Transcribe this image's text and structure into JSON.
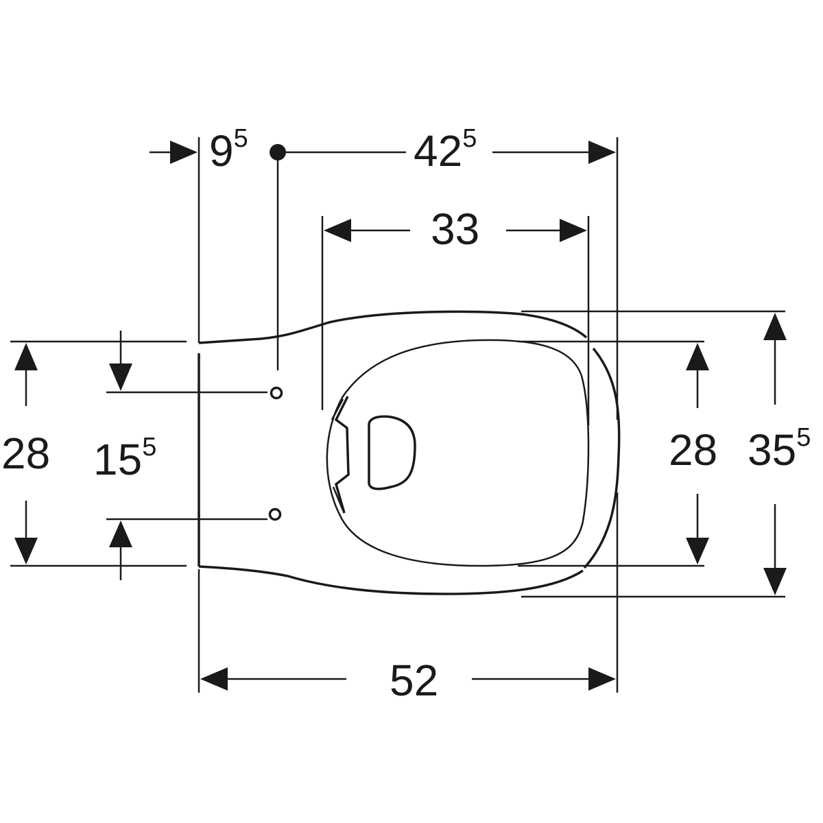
{
  "dimensions": {
    "top_left_offset": {
      "main": "9",
      "sup": "5"
    },
    "top_right_span": {
      "main": "42",
      "sup": "5"
    },
    "bowl_opening_width": {
      "main": "33",
      "sup": ""
    },
    "overall_length": {
      "main": "52",
      "sup": ""
    },
    "left_height": {
      "main": "28",
      "sup": ""
    },
    "fixing_hole_spacing": {
      "main": "15",
      "sup": "5"
    },
    "right_inner_height": {
      "main": "28",
      "sup": ""
    },
    "right_overall_width": {
      "main": "35",
      "sup": "5"
    }
  },
  "colors": {
    "ink": "#1a1a1a",
    "background": "#ffffff"
  }
}
